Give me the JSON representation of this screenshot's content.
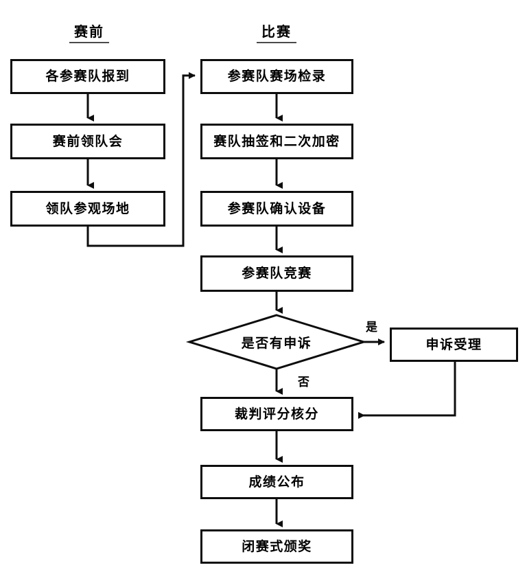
{
  "diagram": {
    "type": "flowchart",
    "title": "",
    "orientation": "top-to-bottom",
    "columns": [
      {
        "id": "pre",
        "label": "赛前"
      },
      {
        "id": "match",
        "label": "比赛"
      }
    ],
    "nodes": [
      {
        "id": "n1",
        "label": "各参赛队报到",
        "shape": "rect",
        "column": "pre"
      },
      {
        "id": "n2",
        "label": "赛前领队会",
        "shape": "rect",
        "column": "pre"
      },
      {
        "id": "n3",
        "label": "领队参观场地",
        "shape": "rect",
        "column": "pre"
      },
      {
        "id": "n4",
        "label": "参赛队赛场检录",
        "shape": "rect",
        "column": "match"
      },
      {
        "id": "n5",
        "label": "赛队抽签和二次加密",
        "shape": "rect",
        "column": "match"
      },
      {
        "id": "n6",
        "label": "参赛队确认设备",
        "shape": "rect",
        "column": "match"
      },
      {
        "id": "n7",
        "label": "参赛队竞赛",
        "shape": "rect",
        "column": "match"
      },
      {
        "id": "n8",
        "label": "是否有申诉",
        "shape": "diamond",
        "column": "match"
      },
      {
        "id": "n9",
        "label": "申诉受理",
        "shape": "rect",
        "column": "appeal"
      },
      {
        "id": "n10",
        "label": "裁判评分核分",
        "shape": "rect",
        "column": "match"
      },
      {
        "id": "n11",
        "label": "成绩公布",
        "shape": "rect",
        "column": "match"
      },
      {
        "id": "n12",
        "label": "闭赛式颁奖",
        "shape": "rect",
        "column": "match"
      }
    ],
    "edges": [
      {
        "from": "n1",
        "to": "n2",
        "label": ""
      },
      {
        "from": "n2",
        "to": "n3",
        "label": ""
      },
      {
        "from": "n3",
        "to": "n4",
        "label": ""
      },
      {
        "from": "n4",
        "to": "n5",
        "label": ""
      },
      {
        "from": "n5",
        "to": "n6",
        "label": ""
      },
      {
        "from": "n6",
        "to": "n7",
        "label": ""
      },
      {
        "from": "n7",
        "to": "n8",
        "label": ""
      },
      {
        "from": "n8",
        "to": "n9",
        "label": "是"
      },
      {
        "from": "n8",
        "to": "n10",
        "label": "否"
      },
      {
        "from": "n9",
        "to": "n10",
        "label": ""
      },
      {
        "from": "n10",
        "to": "n11",
        "label": ""
      },
      {
        "from": "n11",
        "to": "n12",
        "label": ""
      }
    ],
    "edge_labels": {
      "yes": "是",
      "no": "否"
    },
    "colors": {
      "background": "#ffffff",
      "stroke": "#0d0d0d",
      "text": "#000000",
      "header_underline": "#4a4a4a"
    }
  }
}
